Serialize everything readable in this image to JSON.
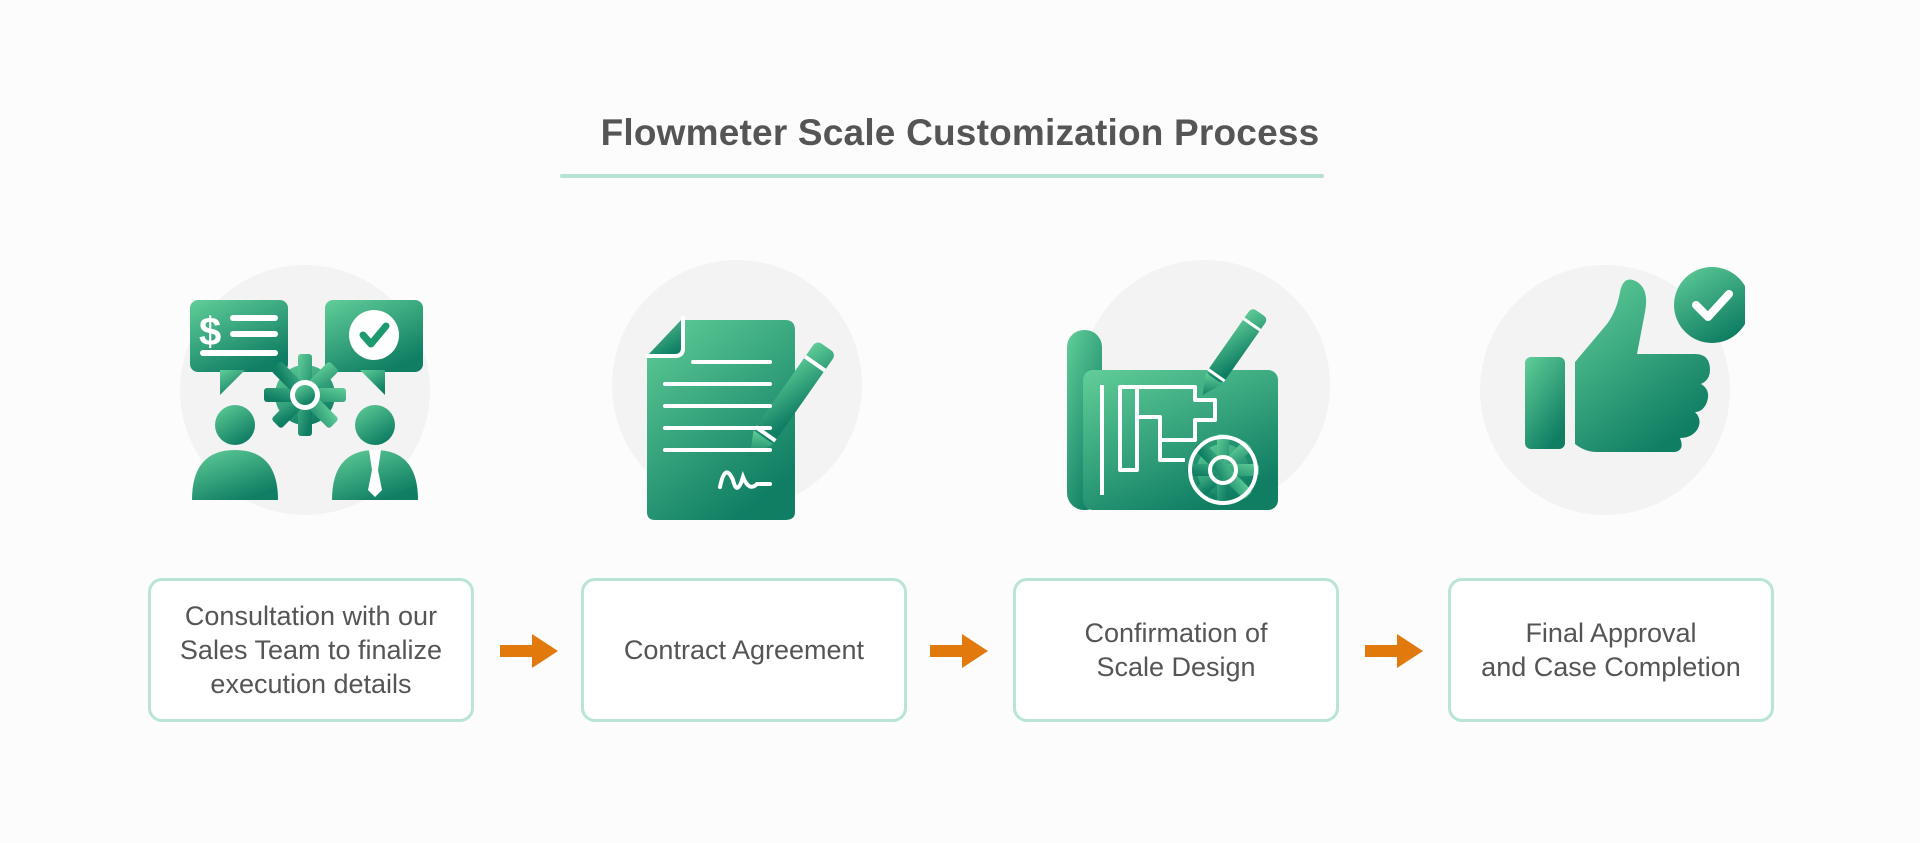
{
  "title": "Flowmeter Scale Customization Process",
  "colors": {
    "accent_green_light": "#5dcc96",
    "accent_green_dark": "#0f7e63",
    "underline": "#b9e4d6",
    "arrow": "#e2790d",
    "text": "#555555"
  },
  "steps": [
    {
      "icon": "consultation-icon",
      "label": "Consultation with our\nSales Team to finalize\nexecution details"
    },
    {
      "icon": "contract-icon",
      "label": "Contract Agreement"
    },
    {
      "icon": "blueprint-design-icon",
      "label": "Confirmation of\nScale Design"
    },
    {
      "icon": "thumbs-up-approval-icon",
      "label": "Final Approval\nand Case Completion"
    }
  ],
  "arrows": [
    "arrow-right-icon",
    "arrow-right-icon",
    "arrow-right-icon"
  ]
}
